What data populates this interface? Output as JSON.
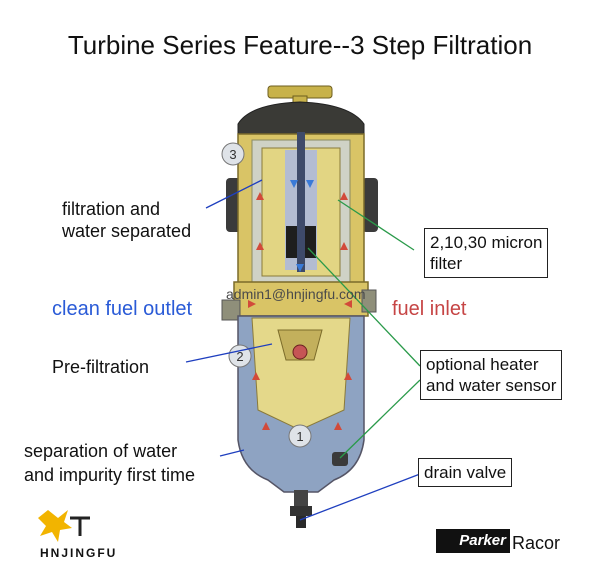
{
  "title": "Turbine Series Feature--3 Step Filtration",
  "labels": {
    "filtration_line1": "filtration and",
    "filtration_line2": "water separated",
    "clean_outlet": "clean fuel outlet",
    "fuel_inlet": "fuel inlet",
    "pre_filtration": "Pre-filtration",
    "separation_line1": "separation of water",
    "separation_line2": "and impurity first time"
  },
  "boxes": {
    "micron_line1": "2,10,30 micron",
    "micron_line2": "filter",
    "heater_line1": "optional heater",
    "heater_line2": "and water sensor",
    "drain": "drain valve"
  },
  "step_numbers": [
    "3",
    "2",
    "1"
  ],
  "watermark": "admin1@hnjingfu.com",
  "brand": {
    "left_logo_text": "HNJINGFU",
    "parker_logo_text": "Parker",
    "racor": "Racor"
  },
  "colors": {
    "outlet_text": "#2a5bd7",
    "inlet_text": "#c64545",
    "leader_blue": "#1f3fbf",
    "leader_green": "#2a9a4a",
    "housing_yellow": "#d9c466",
    "bowl_blue": "#8ea3c2"
  }
}
